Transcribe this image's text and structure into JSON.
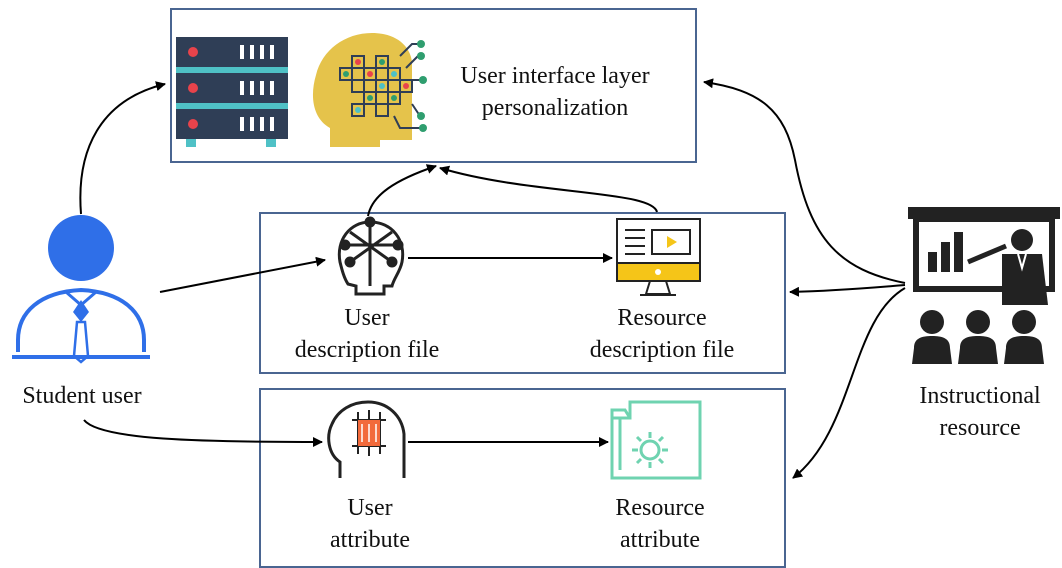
{
  "top_box": {
    "title_line1": "User interface layer",
    "title_line2": "personalization"
  },
  "middle_box": {
    "user_file_line1": "User",
    "user_file_line2": "description file",
    "resource_file_line1": "Resource",
    "resource_file_line2": "description file"
  },
  "bottom_box": {
    "user_attr_line1": "User",
    "user_attr_line2": "attribute",
    "resource_attr_line1": "Resource",
    "resource_attr_line2": "attribute"
  },
  "student": {
    "label": "Student user"
  },
  "instructional": {
    "line1": "Instructional",
    "line2": "resource"
  },
  "colors": {
    "box_border": "#4a6591",
    "student_blue": "#2f6fe8",
    "server_dark": "#2f3e56",
    "server_teal": "#4fc1c6",
    "server_red": "#e8434b",
    "brain_gold": "#e5c34b",
    "monitor_yellow": "#f5c518",
    "chip_orange": "#f26a3b",
    "folder_green": "#6fd3b0",
    "dark_icon": "#222222"
  }
}
